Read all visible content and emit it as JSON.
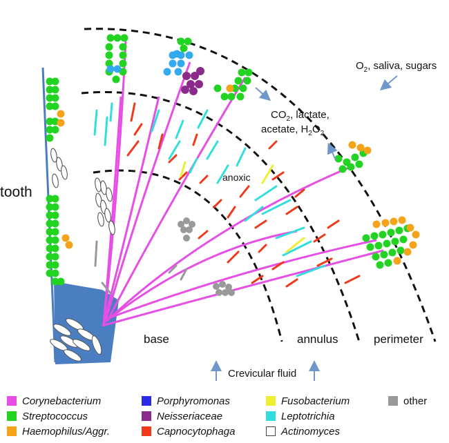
{
  "labels": {
    "tooth": "tooth",
    "oxygen": "O",
    "oxygen_sub": "2",
    "oxygen_rest": ", saliva, sugars",
    "co2_a": "CO",
    "co2_sub": "2",
    "co2_rest": ", lactate,",
    "acetate_a": "acetate, H",
    "acetate_sub1": "2",
    "acetate_o": "O",
    "acetate_sub2": "2",
    "anoxic": "anoxic",
    "base": "base",
    "annulus": "annulus",
    "perimeter": "perimeter",
    "crevicular": "Crevicular fluid"
  },
  "legend": [
    {
      "label": "Corynebacterium",
      "color": "#e64ee6",
      "italic": true,
      "outline": false
    },
    {
      "label": "Streptococcus",
      "color": "#22d322",
      "italic": true,
      "outline": false
    },
    {
      "label": "Haemophilus/Aggr.",
      "color": "#f5a31a",
      "italic": true,
      "outline": false
    },
    {
      "label": "Porphyromonas",
      "color": "#2b2be6",
      "italic": true,
      "outline": false
    },
    {
      "label": "Neisseriaceae",
      "color": "#8a2a8a",
      "italic": true,
      "outline": false
    },
    {
      "label": "Capnocytophaga",
      "color": "#ee3a1a",
      "italic": true,
      "outline": false
    },
    {
      "label": "Fusobacterium",
      "color": "#eeee33",
      "italic": true,
      "outline": false
    },
    {
      "label": "Leptotrichia",
      "color": "#33dddd",
      "italic": true,
      "outline": false
    },
    {
      "label": "Actinomyces",
      "color": "#ffffff",
      "italic": true,
      "outline": true
    },
    {
      "label": "other",
      "color": "#999999",
      "italic": false,
      "outline": false
    }
  ],
  "colors": {
    "corynebacterium": "#e64ee6",
    "streptococcus": "#22d322",
    "haemophilus": "#f5a31a",
    "neisseriaceae": "#8a2a8a",
    "capnocytophaga": "#ee3a1a",
    "fusobacterium": "#eeee33",
    "leptotrichia": "#33dddd",
    "other": "#999999",
    "base_blue": "#4a7ec0",
    "arrow_blue": "#6f97c9"
  }
}
